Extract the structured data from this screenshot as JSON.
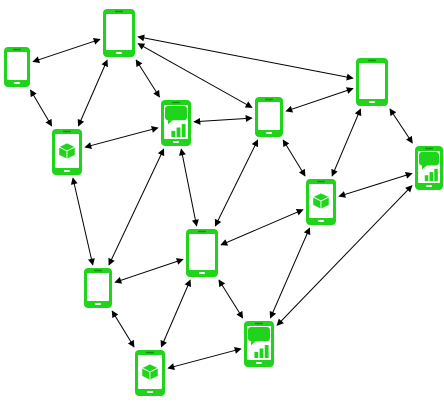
{
  "colors": {
    "device_green": "#1fd41a",
    "screen_fill": "#ffffff",
    "edge": "#000000"
  },
  "devices": [
    {
      "id": "phone-a",
      "kind": "plain",
      "size": "small"
    },
    {
      "id": "phone-b",
      "kind": "plain",
      "size": "large"
    },
    {
      "id": "phone-c",
      "kind": "box",
      "size": "medium"
    },
    {
      "id": "phone-d",
      "kind": "chart",
      "size": "medium"
    },
    {
      "id": "phone-e",
      "kind": "plain",
      "size": "small"
    },
    {
      "id": "phone-f",
      "kind": "plain",
      "size": "large"
    },
    {
      "id": "phone-g",
      "kind": "chart",
      "size": "medium"
    },
    {
      "id": "phone-h",
      "kind": "box",
      "size": "medium"
    },
    {
      "id": "phone-i",
      "kind": "plain",
      "size": "large"
    },
    {
      "id": "phone-j",
      "kind": "plain",
      "size": "small"
    },
    {
      "id": "phone-k",
      "kind": "chart",
      "size": "medium"
    },
    {
      "id": "phone-l",
      "kind": "box",
      "size": "medium"
    }
  ],
  "edges": [
    [
      "phone-b",
      "phone-a"
    ],
    [
      "phone-b",
      "phone-c"
    ],
    [
      "phone-b",
      "phone-d"
    ],
    [
      "phone-b",
      "phone-e"
    ],
    [
      "phone-b",
      "phone-f"
    ],
    [
      "phone-a",
      "phone-c"
    ],
    [
      "phone-c",
      "phone-d"
    ],
    [
      "phone-c",
      "phone-j"
    ],
    [
      "phone-d",
      "phone-e"
    ],
    [
      "phone-d",
      "phone-i"
    ],
    [
      "phone-d",
      "phone-j"
    ],
    [
      "phone-e",
      "phone-f"
    ],
    [
      "phone-e",
      "phone-h"
    ],
    [
      "phone-e",
      "phone-i"
    ],
    [
      "phone-f",
      "phone-h"
    ],
    [
      "phone-f",
      "phone-g"
    ],
    [
      "phone-h",
      "phone-g"
    ],
    [
      "phone-h",
      "phone-i"
    ],
    [
      "phone-h",
      "phone-k"
    ],
    [
      "phone-g",
      "phone-k"
    ],
    [
      "phone-i",
      "phone-j"
    ],
    [
      "phone-i",
      "phone-l"
    ],
    [
      "phone-i",
      "phone-k"
    ],
    [
      "phone-j",
      "phone-l"
    ],
    [
      "phone-l",
      "phone-k"
    ]
  ]
}
